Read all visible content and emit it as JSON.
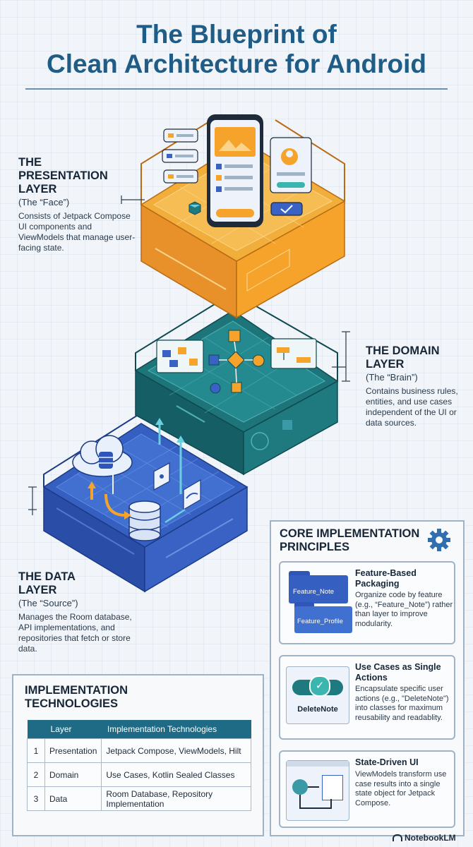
{
  "title_line1": "The Blueprint of",
  "title_line2": "Clean Architecture for Android",
  "layers": {
    "presentation": {
      "title": "THE\nPRESENTATION\nLAYER",
      "subtitle": "(The “Face”)",
      "description": "Consists of Jetpack Compose UI components and ViewModels that manage user-facing state."
    },
    "domain": {
      "title": "THE DOMAIN\nLAYER",
      "subtitle": "(The “Brain”)",
      "description": "Contains business rules, entities, and use cases independent of the UI or data sources."
    },
    "data": {
      "title": "THE DATA\nLAYER",
      "subtitle": "(The “Source”)",
      "description": "Manages the Room database, API implementations, and repositories that fetch or store data."
    }
  },
  "core": {
    "title": "CORE IMPLEMENTATION\nPRINCIPLES",
    "principles": [
      {
        "title": "Feature-Based Packaging",
        "description": "Organize code by feature (e.g., “Feature_Note”) rather than layer to improve modularity.",
        "folder1": "Feature_Note",
        "folder2": "Feature_Profile"
      },
      {
        "title": "Use Cases as Single Actions",
        "description": "Encapsulate specific user actions (e.g., \"DeleteNote\") into classes for maximum reusability and readablity.",
        "label": "DeleteNote"
      },
      {
        "title": "State-Driven UI",
        "description": "ViewModels transform use case results into a single state object for Jetpack Compose."
      }
    ]
  },
  "tech": {
    "title": "IMPLEMENTATION\nTECHNOLOGIES",
    "headers": [
      "",
      "Layer",
      "Implementation Technologies"
    ],
    "rows": [
      {
        "n": "1",
        "layer": "Presentation",
        "tech": "Jetpack Compose, ViewModels, Hilt"
      },
      {
        "n": "2",
        "layer": "Domain",
        "tech": "Use Cases, Kotlin Sealed Classes"
      },
      {
        "n": "3",
        "layer": "Data",
        "tech": "Room Database, Repository Implementation"
      }
    ]
  },
  "brand": "NotebookLM",
  "colors": {
    "orange": "#f5a32a",
    "teal": "#1f7a80",
    "blue": "#2f55b8",
    "title": "#1f5c86"
  }
}
